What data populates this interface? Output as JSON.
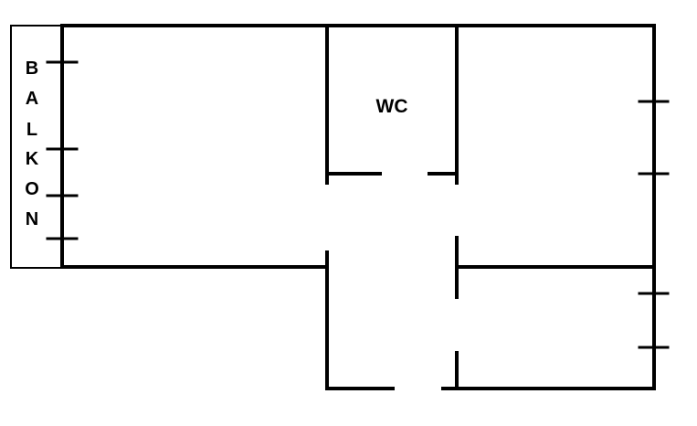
{
  "balcony": {
    "letters": [
      "B",
      "A",
      "L",
      "K",
      "O",
      "N"
    ]
  },
  "rooms": {
    "wc_label": "WC"
  },
  "colors": {
    "line": "#000000",
    "background": "#ffffff"
  }
}
